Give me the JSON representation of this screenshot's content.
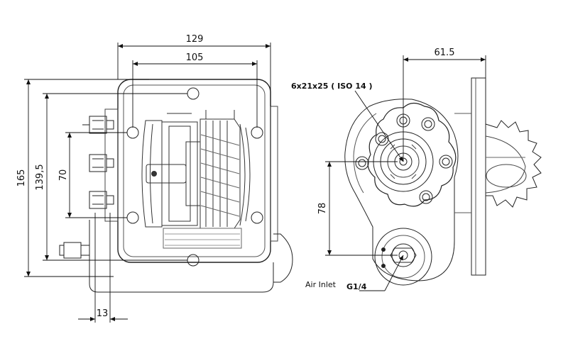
{
  "dimensions": {
    "width_129": "129",
    "width_105": "105",
    "height_165": "165",
    "height_139_5": "139,5",
    "height_70": "70",
    "offset_13": "13",
    "offset_61_5": "61.5",
    "height_78": "78"
  },
  "labels": {
    "shaft_spec": "6x21x25 ( ISO 14 )",
    "air_inlet": "Air Inlet",
    "port_thread": "G1/4"
  }
}
